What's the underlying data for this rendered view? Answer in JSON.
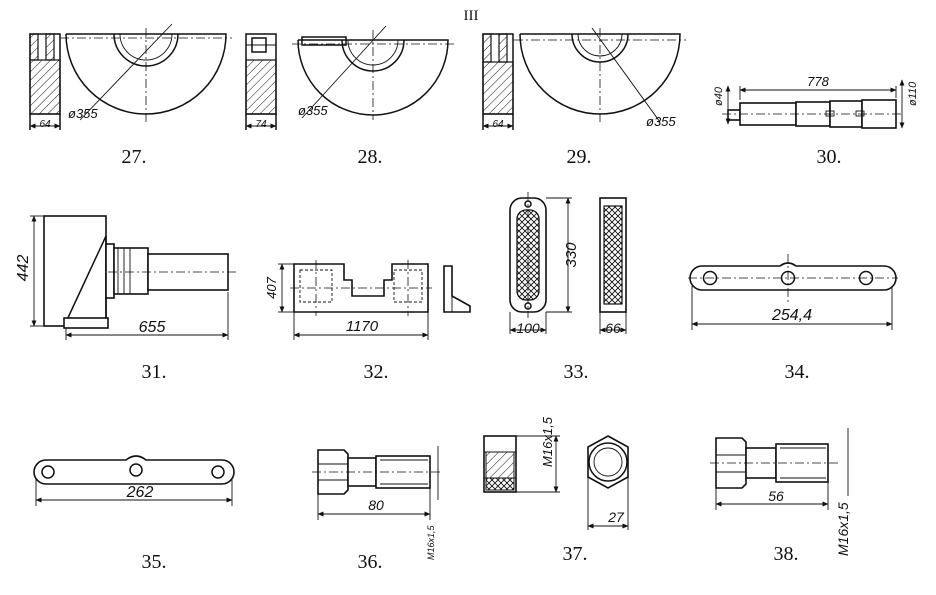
{
  "sheet": {
    "roman_numeral": "III"
  },
  "colors": {
    "ink": "#111111",
    "paper": "#ffffff"
  },
  "figures": [
    {
      "id": "27",
      "caption": "27.",
      "dims": [
        "64",
        "ø355"
      ]
    },
    {
      "id": "28",
      "caption": "28.",
      "dims": [
        "74",
        "ø355"
      ]
    },
    {
      "id": "29",
      "caption": "29.",
      "dims": [
        "64",
        "ø355"
      ]
    },
    {
      "id": "30",
      "caption": "30.",
      "dims": [
        "778",
        "ø40",
        "ø110"
      ]
    },
    {
      "id": "31",
      "caption": "31.",
      "dims": [
        "442",
        "655"
      ]
    },
    {
      "id": "32",
      "caption": "32.",
      "dims": [
        "407",
        "1170"
      ]
    },
    {
      "id": "33",
      "caption": "33.",
      "dims": [
        "330",
        "100",
        "66"
      ]
    },
    {
      "id": "34",
      "caption": "34.",
      "dims": [
        "254,4"
      ]
    },
    {
      "id": "35",
      "caption": "35.",
      "dims": [
        "262"
      ]
    },
    {
      "id": "36",
      "caption": "36.",
      "dims": [
        "80",
        "M16x1,5"
      ]
    },
    {
      "id": "37",
      "caption": "37.",
      "dims": [
        "M16x1,5",
        "27"
      ]
    },
    {
      "id": "38",
      "caption": "38.",
      "dims": [
        "56",
        "M16x1,5"
      ]
    }
  ]
}
